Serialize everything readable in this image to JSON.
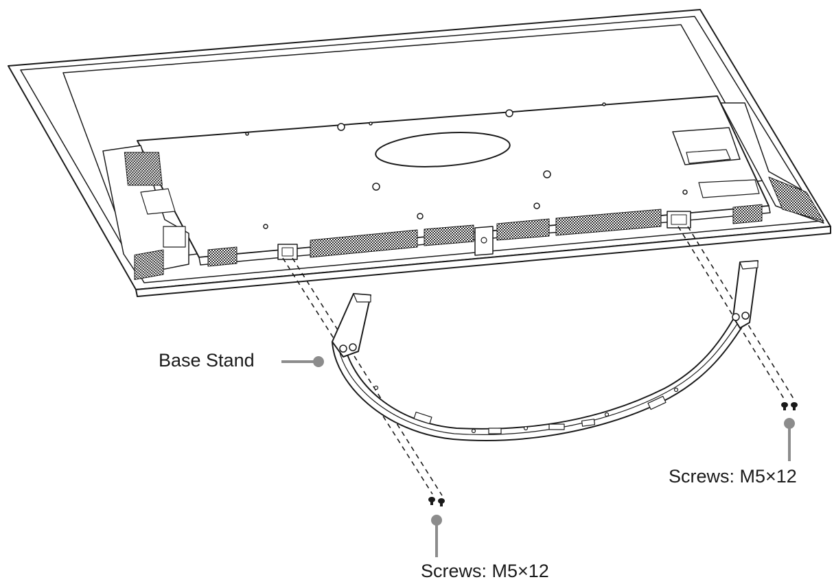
{
  "callouts": {
    "base_stand": "Base Stand",
    "screws_right": "Screws: M5×12",
    "screws_left": "Screws: M5×12"
  },
  "colors": {
    "line": "#1a1a1a",
    "callout": "#8c8c8c",
    "vent": "#3a3a3a"
  }
}
